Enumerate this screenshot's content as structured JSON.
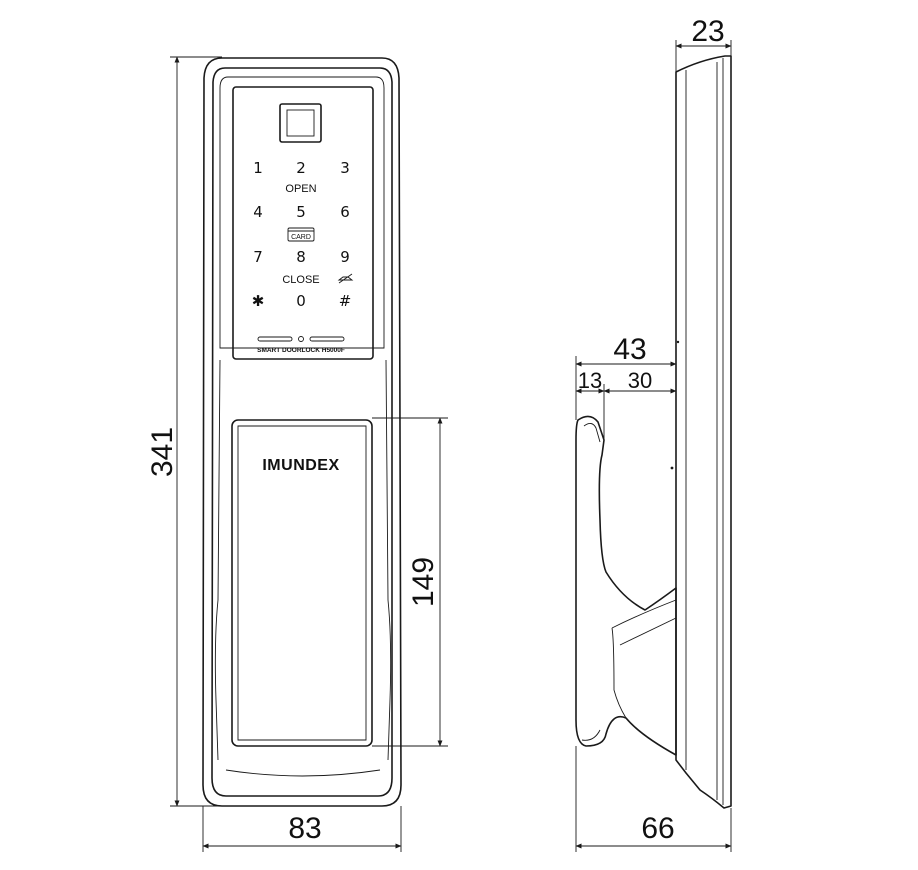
{
  "keypad": {
    "k1": "1",
    "k2": "2",
    "k3": "3",
    "open": "OPEN",
    "k4": "4",
    "k5": "5",
    "k6": "6",
    "card": "CARD",
    "k7": "7",
    "k8": "8",
    "k9": "9",
    "close": "CLOSE",
    "star": "✱",
    "k0": "0",
    "hash": "#"
  },
  "model_label": "SMART DOORLOCK H5000F",
  "brand": "IMUNDEX",
  "dimensions": {
    "height": "341",
    "handle": "149",
    "width": "83",
    "top_depth": "23",
    "body_depth": "43",
    "handle_gap": "13",
    "body_part": "30",
    "total_depth": "66"
  }
}
